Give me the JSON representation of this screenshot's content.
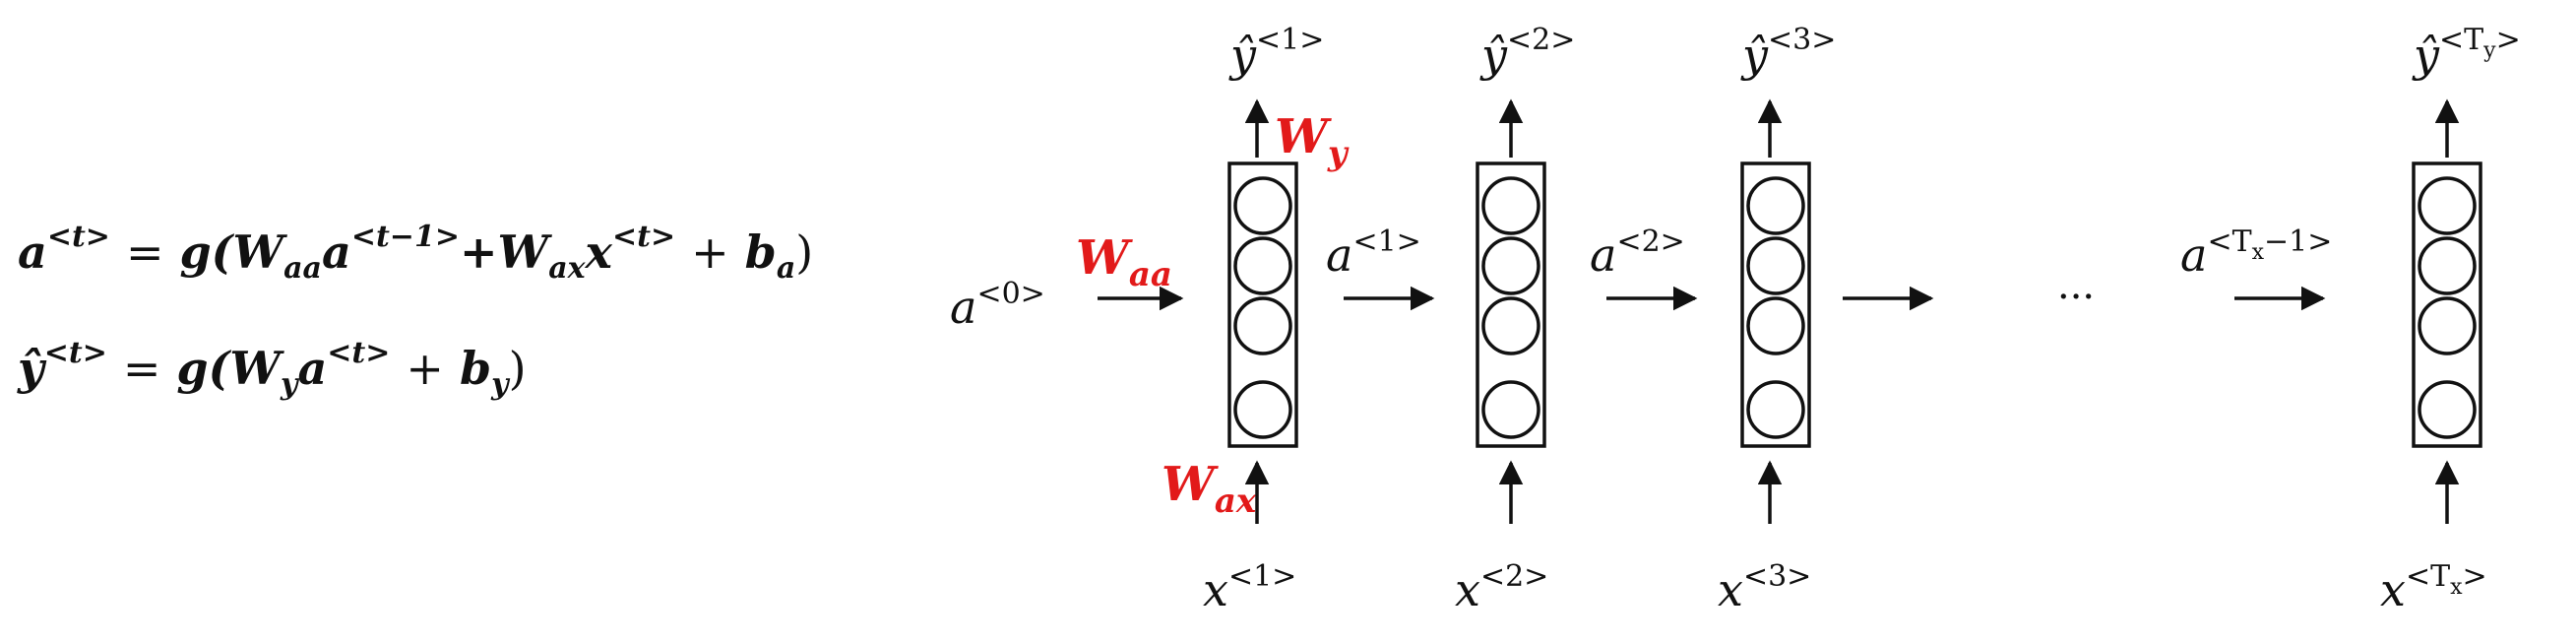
{
  "equations": {
    "a": {
      "lhs": "a",
      "lhs_sup": "<t>",
      "eq": "=",
      "g": "g(",
      "waa": "W",
      "waa_sub": "aa",
      "a_prev": "a",
      "a_prev_sup": "<t−1>",
      "plus1": "+",
      "wax": "W",
      "wax_sub": "ax",
      "x": "x",
      "x_sup": "<t>",
      "plus2": "+",
      "b": "b",
      "b_sub": "a",
      "close": ")"
    },
    "y": {
      "lhs": "ŷ",
      "lhs_sup": "<t>",
      "eq": "=",
      "g": "g(",
      "wy": "W",
      "wy_sub": "y",
      "a": "a",
      "a_sup": "<t>",
      "plus": "+",
      "b": "b",
      "b_sub": "y",
      "close": ")"
    }
  },
  "diagram": {
    "initial_state": {
      "base": "a",
      "sup": "<0>"
    },
    "weights": {
      "w_aa": {
        "base": "W",
        "sub": "aa"
      },
      "w_y": {
        "base": "W",
        "sub": "y"
      },
      "w_ax": {
        "base": "W",
        "sub": "ax"
      }
    },
    "cells": [
      {
        "output": {
          "base": "ŷ",
          "sup": "<1>"
        },
        "input": {
          "base": "x",
          "sup": "<1>"
        },
        "state_out": {
          "base": "a",
          "sup": "<1>"
        }
      },
      {
        "output": {
          "base": "ŷ",
          "sup": "<2>"
        },
        "input": {
          "base": "x",
          "sup": "<2>"
        },
        "state_out": {
          "base": "a",
          "sup": "<2>"
        }
      },
      {
        "output": {
          "base": "ŷ",
          "sup": "<3>"
        },
        "input": {
          "base": "x",
          "sup": "<3>"
        },
        "state_out": null
      },
      {
        "output": {
          "base": "ŷ",
          "sup": "<T",
          "sup_sub": "y",
          "sup_end": ">"
        },
        "input": {
          "base": "x",
          "sup": "<T",
          "sup_sub": "x",
          "sup_end": ">"
        },
        "state_out": null
      }
    ],
    "ellipsis": "···",
    "last_state_in": {
      "base": "a",
      "sup": "<T",
      "sup_sub": "x",
      "sup_end": "−1>"
    }
  },
  "colors": {
    "ink": "#111111",
    "weight_label": "#e21a1a",
    "background": "#ffffff"
  }
}
